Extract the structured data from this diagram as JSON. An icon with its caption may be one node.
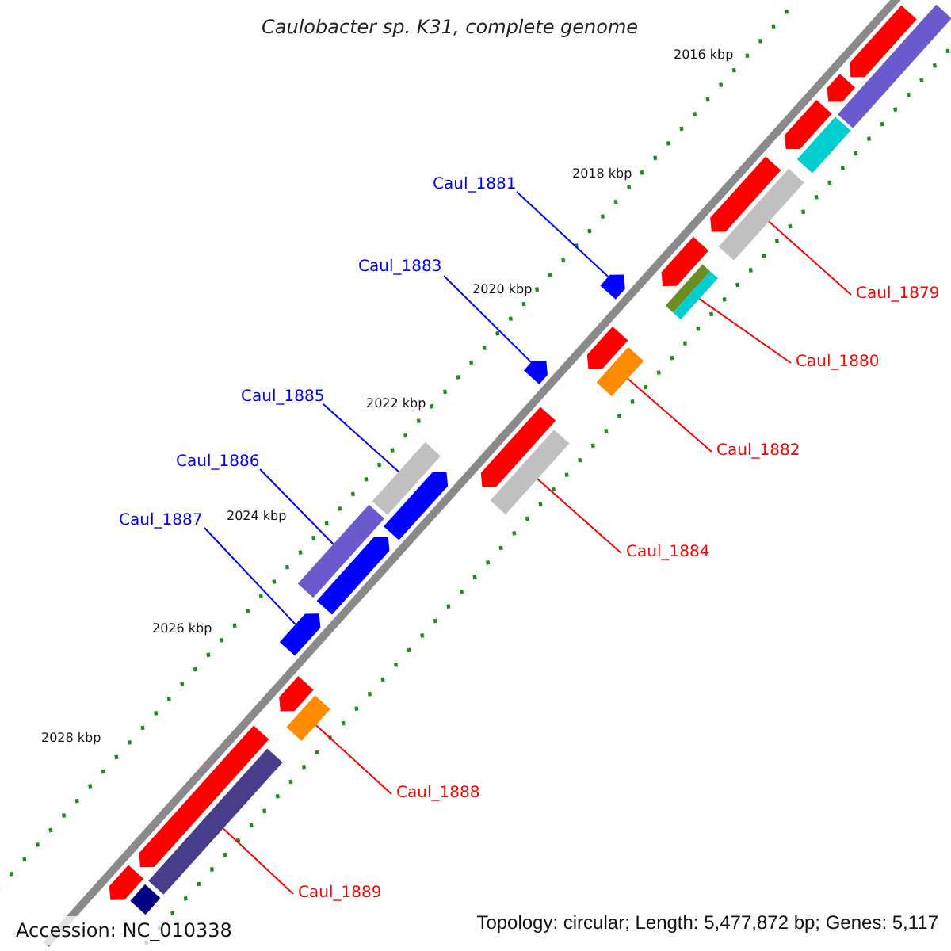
{
  "diagram": {
    "title": "Caulobacter sp. K31, complete genome",
    "nodes": [
      {
        "text": [
          "Caul_1881"
        ]
      },
      {
        "text": [
          "Caul_1883"
        ]
      },
      {
        "text": [
          "Caul_1879"
        ]
      },
      {
        "text": [
          "Caul_1880"
        ]
      },
      {
        "text": [
          "Caul_1885"
        ]
      },
      {
        "text": [
          "Caul_1882"
        ]
      },
      {
        "text": [
          "Caul_1886"
        ]
      },
      {
        "text": [
          "Caul_1887"
        ]
      },
      {
        "text": [
          "Caul_1884"
        ]
      },
      {
        "text": [
          "Caul_1888"
        ]
      },
      {
        "text": [
          "Caul_1889"
        ]
      },
      {
        "text": [],
        "shape": "arrow"
      },
      {
        "text": [],
        "shape": "arrow"
      },
      {
        "text": [],
        "shape": "bar"
      },
      {
        "text": [],
        "shape": "bar"
      },
      {
        "text": [],
        "shape": "bar"
      },
      {
        "text": [],
        "shape": "bar"
      },
      {
        "text": [],
        "shape": "bar"
      },
      {
        "text": [],
        "shape": "arrow"
      },
      {
        "text": [],
        "shape": "bar"
      },
      {
        "text": [],
        "shape": "bar"
      },
      {
        "text": [],
        "shape": "bar"
      },
      {
        "text": [],
        "shape": "arrow"
      },
      {
        "text": [],
        "shape": "arrow"
      },
      {
        "text": [],
        "shape": "arrow"
      },
      {
        "text": [],
        "shape": "arrow"
      },
      {
        "text": [],
        "shape": "arrow"
      },
      {
        "text": [],
        "shape": "arrow"
      },
      {
        "text": [],
        "shape": "arrow"
      },
      {
        "text": [],
        "shape": "arrow"
      },
      {
        "text": [],
        "shape": "arrow"
      },
      {
        "text": [],
        "shape": "arrow"
      },
      {
        "text": [],
        "shape": "bar"
      },
      {
        "text": [],
        "shape": "bar"
      },
      {
        "text": [],
        "shape": "bar"
      },
      {
        "text": [],
        "shape": "arrow"
      },
      {
        "text": [],
        "shape": "arrow"
      }
    ],
    "edges": [
      {
        "from": 0,
        "to": 11,
        "arrow": "none",
        "color": "#0000ff"
      },
      {
        "from": 1,
        "to": 12,
        "arrow": "none",
        "color": "#0000ff"
      },
      {
        "from": 2,
        "to": 13,
        "arrow": "none"
      },
      {
        "from": 3,
        "to": 14,
        "arrow": "none"
      },
      {
        "from": 4,
        "to": 15,
        "arrow": "none",
        "color": "#0000ff"
      },
      {
        "from": 5,
        "to": 16,
        "arrow": "none"
      },
      {
        "from": 6,
        "to": 17,
        "arrow": "none",
        "color": "#0000ff"
      },
      {
        "from": 7,
        "to": 18,
        "arrow": "none",
        "color": "#0000ff"
      },
      {
        "from": 8,
        "to": 19,
        "arrow": "none"
      },
      {
        "from": 9,
        "to": 20,
        "arrow": "none"
      },
      {
        "from": 10,
        "to": 21,
        "arrow": "none"
      }
    ],
    "labels": [
      "2016 kbp",
      "2018 kbp",
      "2020 kbp",
      "2022 kbp",
      "2024 kbp",
      "2026 kbp",
      "2028 kbp",
      "Accession: NC_010338",
      "Topology: circular; Length: 5,477,872 bp; Genes: 5,117"
    ]
  }
}
